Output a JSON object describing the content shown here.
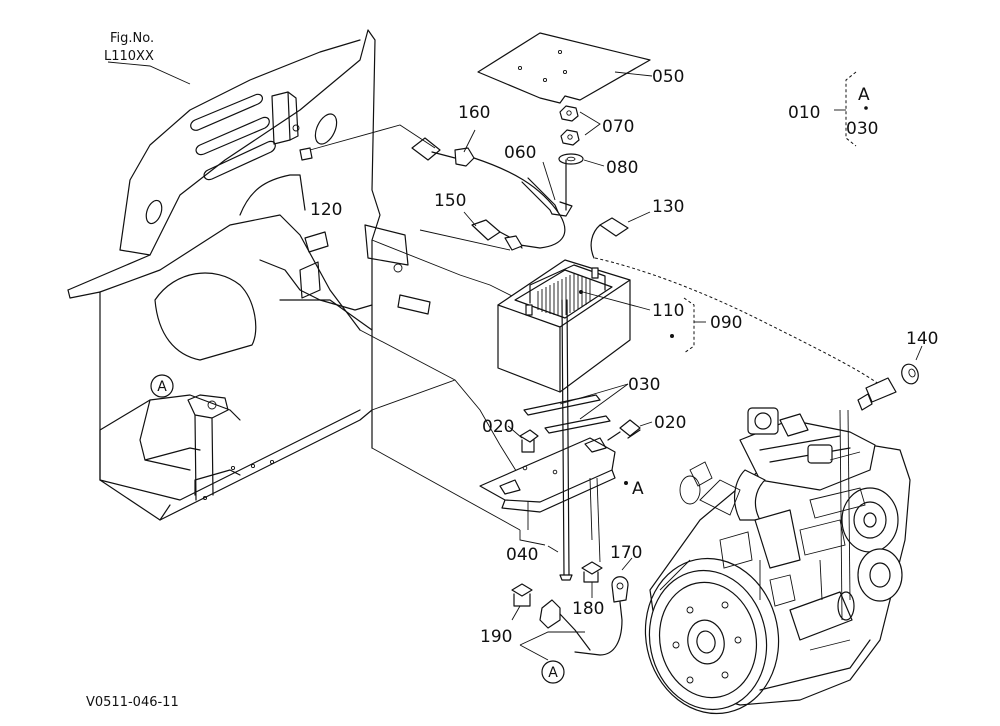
{
  "figure": {
    "fig_no_label": "Fig.No.",
    "fig_no_value": "L110XX",
    "drawing_code": "V0511-046-11"
  },
  "callouts": {
    "c010": "010",
    "c020_left": "020",
    "c020_right": "020",
    "c030_stack": "030",
    "c030_pads": "030",
    "c040": "040",
    "c050": "050",
    "c060": "060",
    "c070": "070",
    "c080": "080",
    "c090": "090",
    "c110": "110",
    "c120": "120",
    "c130": "130",
    "c140": "140",
    "c150": "150",
    "c160": "160",
    "c170": "170",
    "c180": "180",
    "c190": "190"
  },
  "references": {
    "ref_a_circle_left": "A",
    "ref_a_circle_bottom": "A",
    "ref_a_point": "A",
    "ref_a_group": "A"
  }
}
